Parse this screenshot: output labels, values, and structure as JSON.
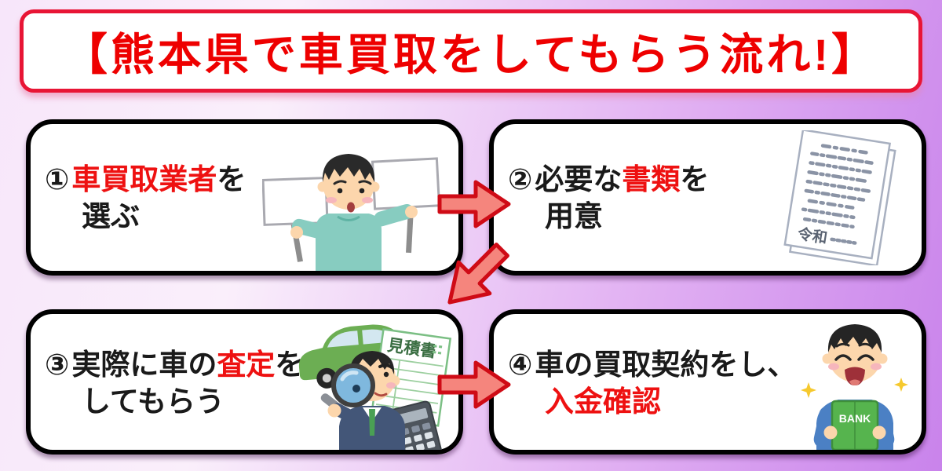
{
  "title": {
    "text": "【熊本県で車買取をしてもらう流れ!】"
  },
  "steps": [
    {
      "number": "①",
      "line1_pre": "",
      "line1_keyword": "車買取業者",
      "line1_post": "を",
      "line2": "選ぶ",
      "illustration": "man-holding-two-blank-signboards"
    },
    {
      "number": "②",
      "line1_pre": "必要な",
      "line1_keyword": "書類",
      "line1_post": "を",
      "line2": "用意",
      "illustration": "stacked-documents-reiwa"
    },
    {
      "number": "③",
      "line1_pre": "実際に車の",
      "line1_keyword": "査定",
      "line1_post": "を",
      "line2": "してもらう",
      "illustration": "man-inspecting-car-with-magnifier-estimate-sheet-calculator"
    },
    {
      "number": "④",
      "line1_pre": "車の買取契約をし、",
      "line1_keyword": "",
      "line1_post": "",
      "line2": "入金確認",
      "illustration": "happy-man-holding-bankbook"
    }
  ],
  "illustration_labels": {
    "reiwa": "令和",
    "estimate_title": "見積書",
    "bank": "BANK"
  },
  "colors": {
    "title_text": "#ee0000",
    "title_border": "#e81535",
    "keyword_red": "#ee1111",
    "body_text": "#1a1a1a",
    "box_border": "#000000",
    "arrow_fill": "#f5857d",
    "arrow_stroke": "#cf0b16",
    "background_left": "#f8ecfb",
    "background_right": "#c983eb"
  }
}
